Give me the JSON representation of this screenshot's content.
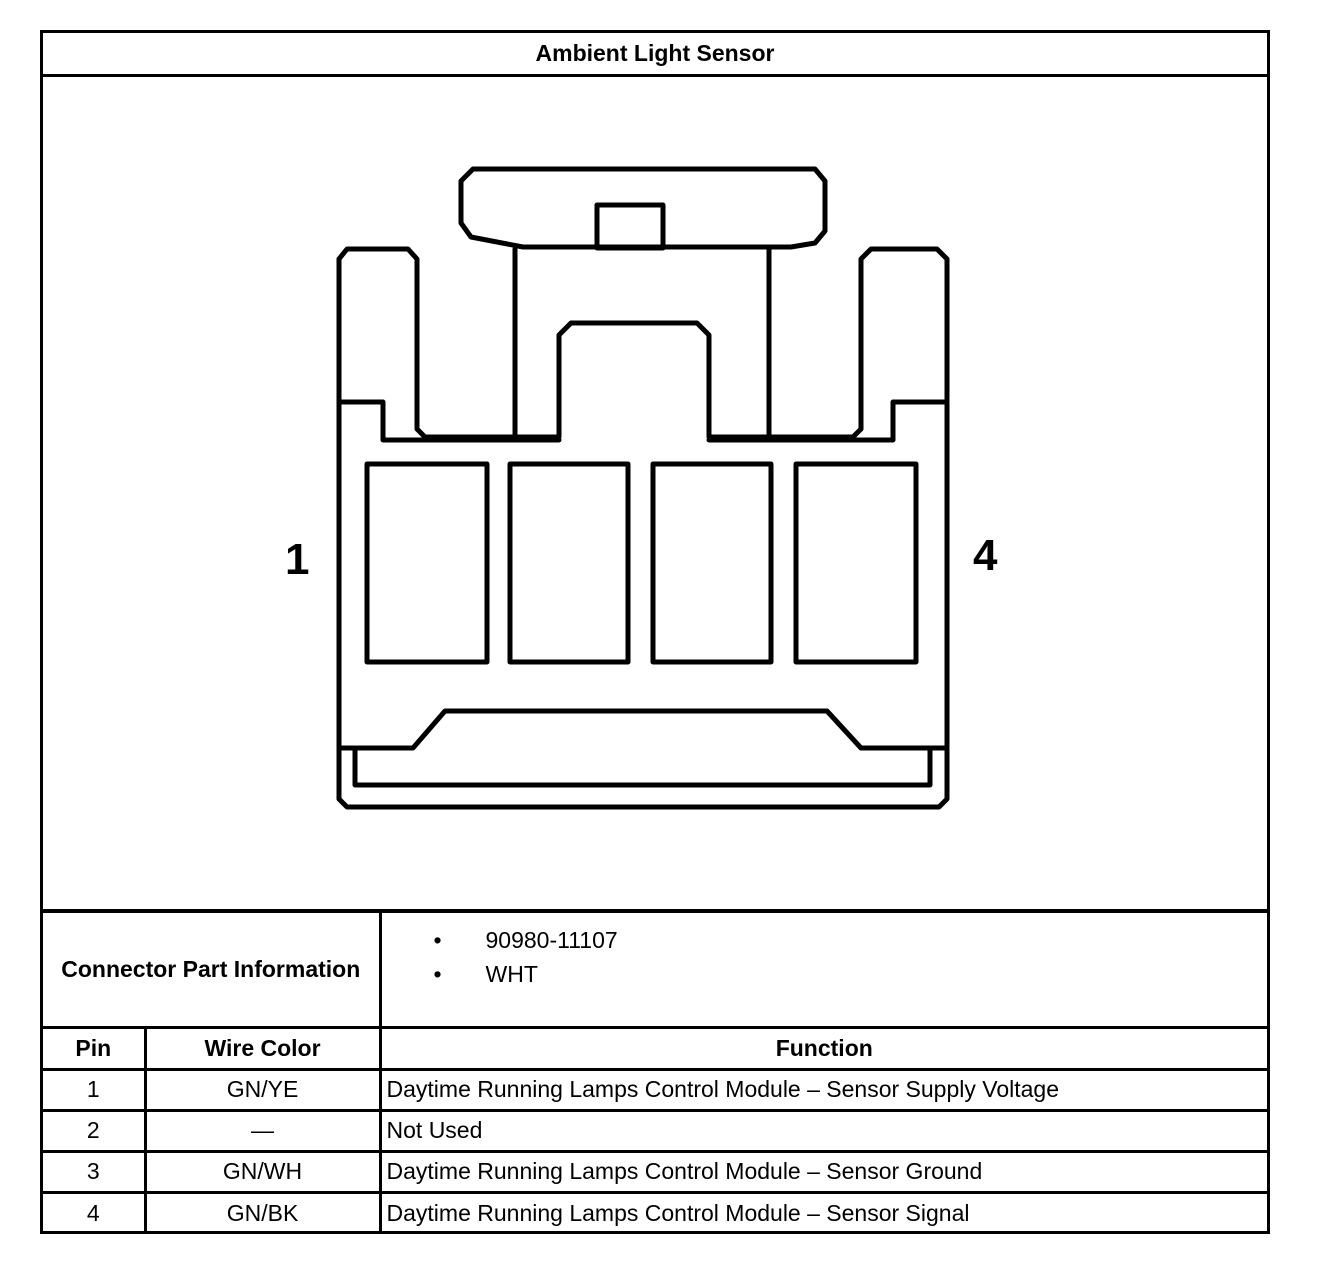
{
  "title": "Ambient Light Sensor",
  "diagram": {
    "pin_left_label": "1",
    "pin_right_label": "4"
  },
  "connector_info": {
    "label": "Connector Part Information",
    "items": [
      "90980-11107",
      "WHT"
    ],
    "bullet": "•"
  },
  "table": {
    "headers": {
      "pin": "Pin",
      "wire_color": "Wire Color",
      "function": "Function"
    },
    "rows": [
      {
        "pin": "1",
        "wire_color": "GN/YE",
        "function": "Daytime Running Lamps Control Module – Sensor Supply Voltage"
      },
      {
        "pin": "2",
        "wire_color": "—",
        "function": "Not Used"
      },
      {
        "pin": "3",
        "wire_color": "GN/WH",
        "function": "Daytime Running Lamps Control Module – Sensor Ground"
      },
      {
        "pin": "4",
        "wire_color": "GN/BK",
        "function": "Daytime Running Lamps Control Module – Sensor Signal"
      }
    ]
  }
}
